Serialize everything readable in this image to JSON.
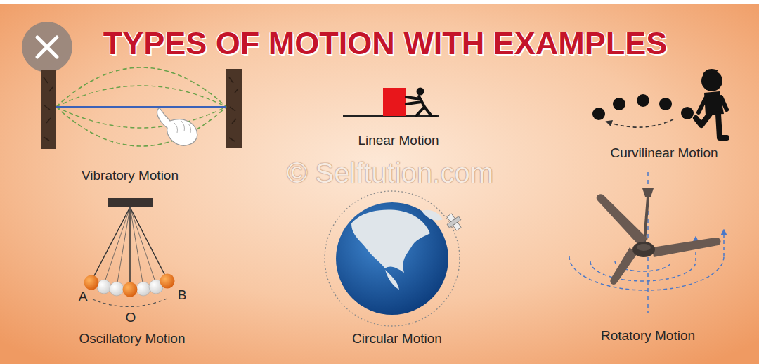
{
  "diagram": {
    "title": "TYPES OF MOTION WITH EXAMPLES",
    "labels": [
      "Vibratory Motion",
      "Linear Motion",
      "Curvilinear Motion",
      "© Selftution.com",
      "A",
      "B",
      "O",
      "Oscillatory Motion",
      "Circular Motion",
      "Rotatory Motion"
    ]
  }
}
